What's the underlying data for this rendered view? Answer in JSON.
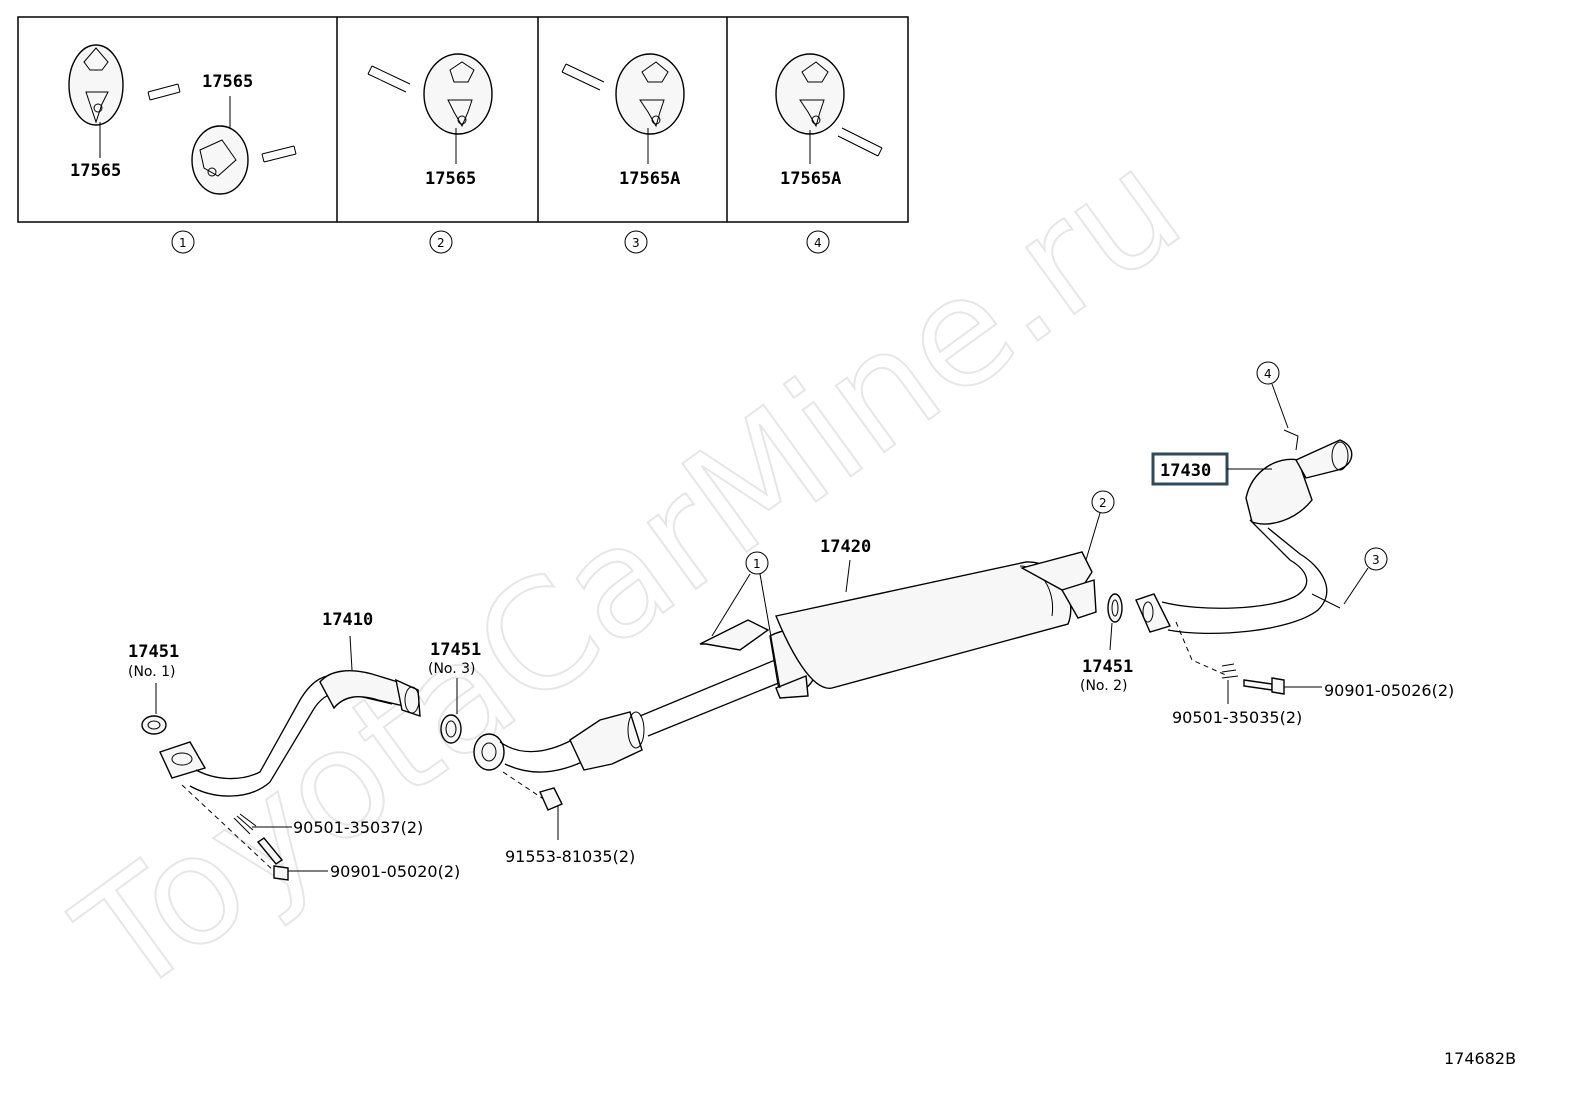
{
  "watermark": "ToyotaCarMine.ru",
  "diagram_code": "174682B",
  "hanger_panels": [
    {
      "number": "1",
      "labels": [
        "17565",
        "17565"
      ]
    },
    {
      "number": "2",
      "labels": [
        "17565"
      ]
    },
    {
      "number": "3",
      "labels": [
        "17565A"
      ]
    },
    {
      "number": "4",
      "labels": [
        "17565A"
      ]
    }
  ],
  "parts": {
    "p17410": "17410",
    "p17420": "17420",
    "p17430": "17430",
    "gasket_no1": {
      "number": "17451",
      "sub": "(No. 1)"
    },
    "gasket_no3": {
      "number": "17451",
      "sub": "(No. 3)"
    },
    "gasket_no2": {
      "number": "17451",
      "sub": "(No. 2)"
    }
  },
  "fasteners": {
    "spring_front": "90501-35037(2)",
    "bolt_front": "90901-05020(2)",
    "nut_mid": "91553-81035(2)",
    "spring_rear": "90501-35035(2)",
    "bolt_rear": "90901-05026(2)"
  },
  "callouts": {
    "c1": "1",
    "c2": "2",
    "c3": "3",
    "c4": "4"
  },
  "colors": {
    "highlight_box": "#2f4a5a",
    "watermark": "#e6e6e6"
  }
}
